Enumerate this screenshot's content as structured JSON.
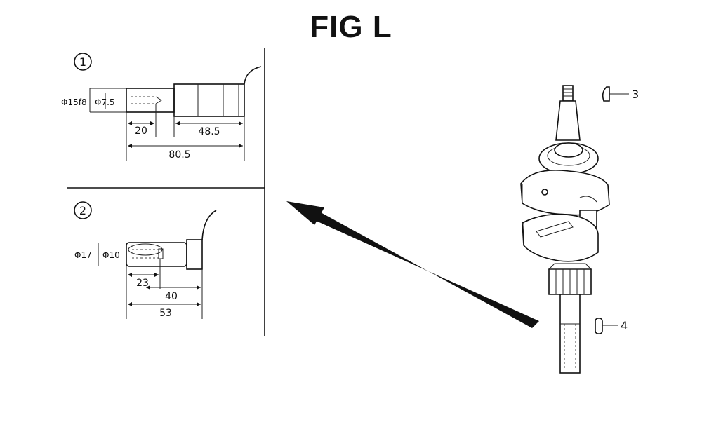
{
  "title": "FIG L",
  "detail_1": {
    "marker": "1",
    "diameter_outer": "Φ15f8",
    "diameter_inner": "Φ7.5",
    "dim_a": "20",
    "dim_b": "48.5",
    "dim_total": "80.5"
  },
  "detail_2": {
    "marker": "2",
    "diameter_outer": "Φ17",
    "diameter_inner": "Φ10",
    "dim_a": "23",
    "dim_b": "40",
    "dim_total": "53"
  },
  "callouts": {
    "part_3": "3",
    "part_4": "4"
  }
}
